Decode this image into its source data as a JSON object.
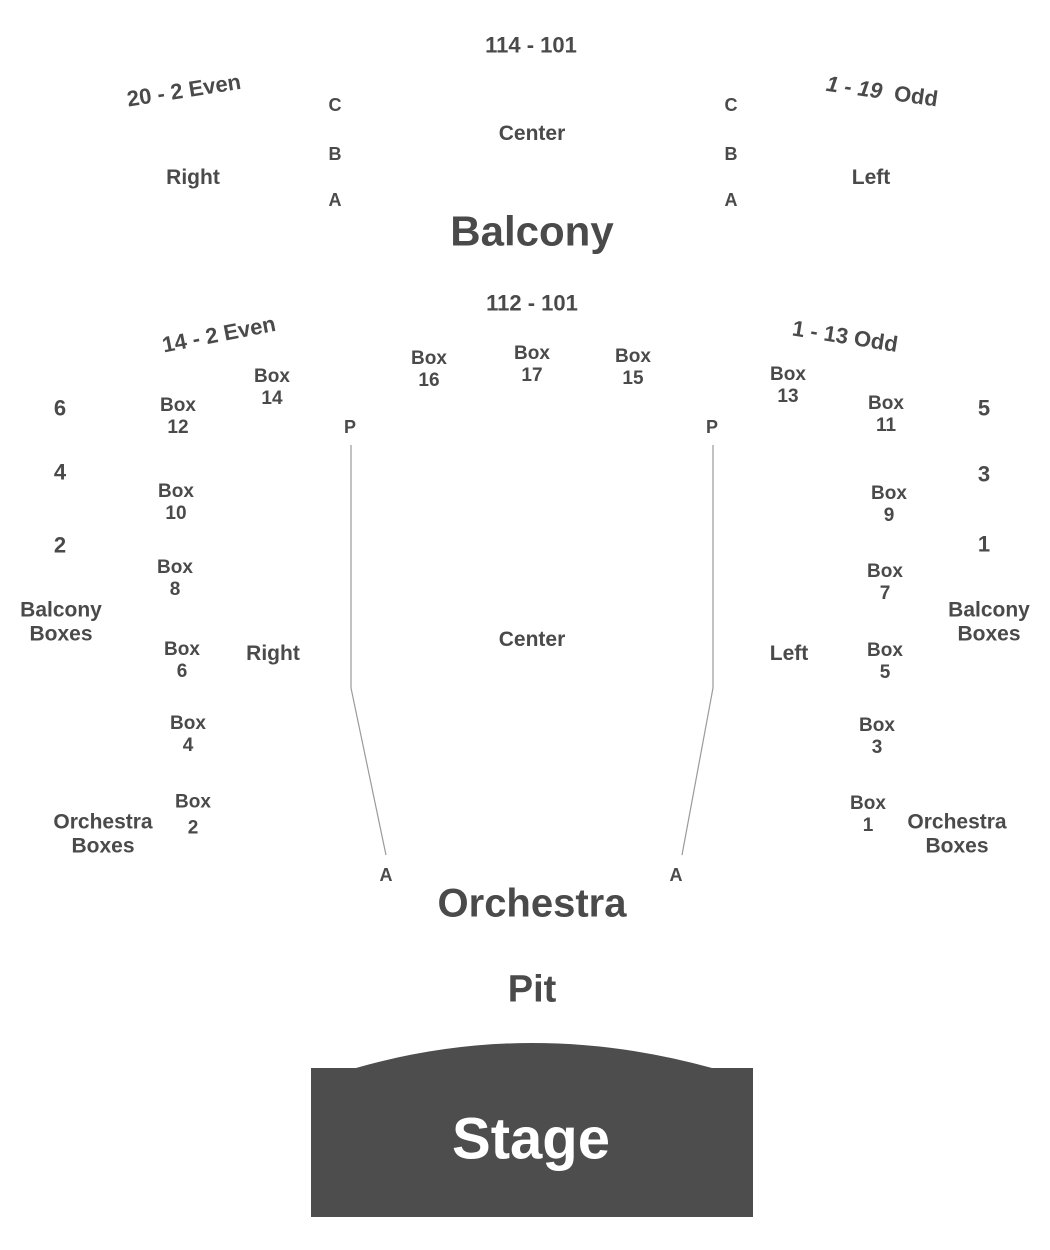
{
  "balcony": {
    "title": "Balcony",
    "seat_range": "114 - 101",
    "center": "Center",
    "right": "Right",
    "left": "Left",
    "right_range": "20 - 2 Even",
    "left_range_num": "1 - 19",
    "left_range_word": "Odd",
    "rows": [
      "C",
      "B",
      "A"
    ]
  },
  "orchestra": {
    "title": "Orchestra",
    "seat_range": "112 - 101",
    "center": "Center",
    "right": "Right",
    "left": "Left",
    "right_range": "14 - 2 Even",
    "left_range": "1 - 13 Odd",
    "row_front": "A",
    "row_back": "P"
  },
  "boxes": {
    "word": "Box",
    "b1": "1",
    "b2": "2",
    "b3": "3",
    "b4": "4",
    "b5": "5",
    "b6": "6",
    "b7": "7",
    "b8": "8",
    "b9": "9",
    "b10": "10",
    "b11": "11",
    "b12": "12",
    "b13": "13",
    "b14": "14",
    "b15": "15",
    "b16": "16",
    "b17": "17"
  },
  "balcony_boxes": {
    "line1": "Balcony",
    "line2": "Boxes",
    "left_numbers": [
      "6",
      "4",
      "2"
    ],
    "right_numbers": [
      "5",
      "3",
      "1"
    ]
  },
  "orchestra_boxes": {
    "line1": "Orchestra",
    "line2": "Boxes"
  },
  "pit": "Pit",
  "stage": "Stage",
  "colors": {
    "text": "#4a4a4a",
    "stage_fill": "#4d4d4d",
    "aisle_line": "#9a9a9a"
  }
}
